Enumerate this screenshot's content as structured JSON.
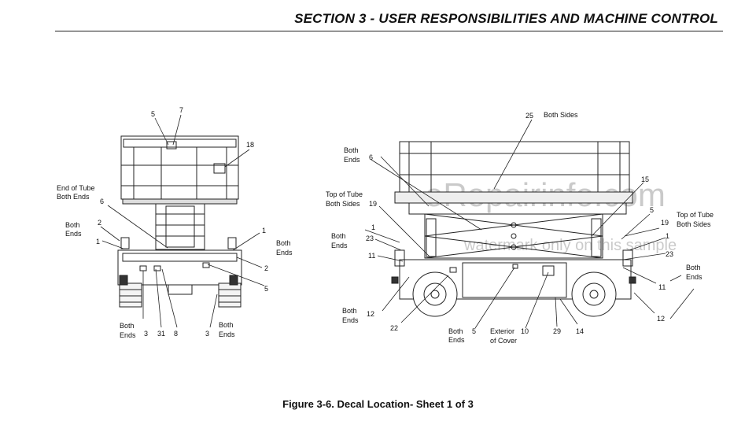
{
  "header": {
    "title": "SECTION 3 - USER RESPONSIBILITIES AND MACHINE CONTROL"
  },
  "caption": "Figure 3-6. Decal Location- Sheet 1 of 3",
  "watermark": {
    "main": "eRepairinfo.com",
    "sub": "watermark only on this sample"
  },
  "left_view": {
    "labels": {
      "n5": "5",
      "n7": "7",
      "n18": "18",
      "end_of_tube_1": "End of Tube",
      "end_of_tube_2": "Both Ends",
      "n6": "6",
      "both_ends_tl_1": "Both",
      "both_ends_tl_2": "Ends",
      "n2_top": "2",
      "n1_left": "1",
      "n1_right": "1",
      "both_ends_r_1": "Both",
      "both_ends_r_2": "Ends",
      "n2_right": "2",
      "n5_right": "5",
      "both_ends_bl_1": "Both",
      "both_ends_bl_2": "Ends",
      "n3_a": "3",
      "n31": "31",
      "n8": "8",
      "n3_b": "3",
      "both_ends_br_1": "Both",
      "both_ends_br_2": "Ends"
    }
  },
  "right_view": {
    "labels": {
      "n25": "25",
      "both_sides_top": "Both Sides",
      "both_ends_a_1": "Both",
      "both_ends_a_2": "Ends",
      "n6": "6",
      "top_of_tube_l_1": "Top of Tube",
      "top_of_tube_l_2": "Both Sides",
      "n19_l": "19",
      "n15": "15",
      "n5": "5",
      "n19_r": "19",
      "top_of_tube_r_1": "Top of Tube",
      "top_of_tube_r_2": "Both Sides",
      "n1_l": "1",
      "both_ends_b_1": "Both",
      "both_ends_b_2": "Ends",
      "n23_l": "23",
      "n11_l": "11",
      "n1_r": "1",
      "n23_r": "23",
      "both_ends_c_1": "Both",
      "both_ends_c_2": "Ends",
      "n11_r": "11",
      "both_ends_d_1": "Both",
      "both_ends_d_2": "Ends",
      "n12_l": "12",
      "n22": "22",
      "both_ends_e_1": "Both",
      "both_ends_e_2": "Ends",
      "n5_b": "5",
      "exterior_1": "Exterior",
      "exterior_2": "of Cover",
      "n10": "10",
      "n29": "29",
      "n14": "14",
      "n12_r": "12"
    }
  }
}
